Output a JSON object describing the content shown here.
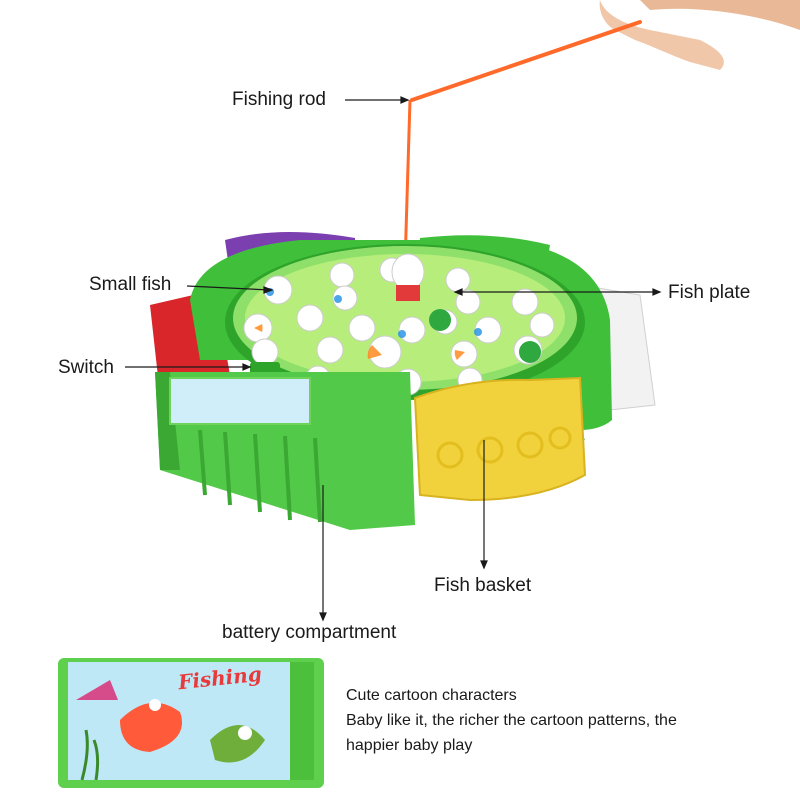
{
  "labels": {
    "fishing_rod": "Fishing rod",
    "small_fish": "Small fish",
    "fish_plate": "Fish plate",
    "switch": "Switch",
    "fish_basket": "Fish basket",
    "battery_compartment": "battery compartment"
  },
  "sticker_text": "Fishing",
  "description": {
    "line1": "Cute cartoon characters",
    "line2": "Baby like it, the richer the cartoon patterns, the",
    "line3": "happier baby play"
  },
  "colors": {
    "toy_green": "#3fbf3a",
    "base_green": "#6ed35a",
    "rod_orange": "#ff6a2b",
    "basket_yellow": "#f2d23c",
    "purple": "#7b3fb0",
    "red": "#d8262a",
    "white_part": "#f2f2f2"
  }
}
